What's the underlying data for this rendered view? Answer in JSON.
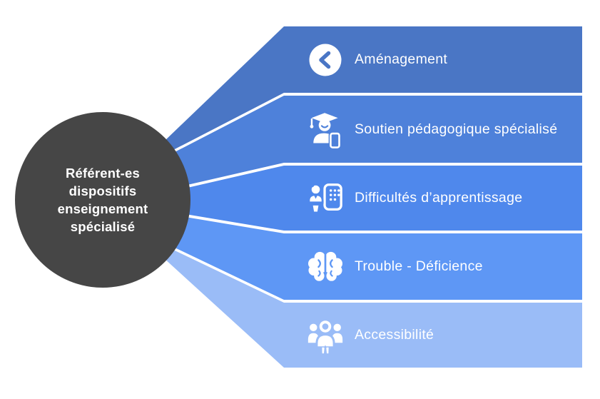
{
  "background": "#ffffff",
  "hub": {
    "label": "Référent-es\ndispositifs\nenseignement\nspécialisé",
    "color": "#464646",
    "text_color": "#ffffff"
  },
  "items": [
    {
      "label": "Aménagement",
      "icon": "chevron-left-circle-icon",
      "color": "#4a76c5"
    },
    {
      "label": "Soutien pédagogique spécialisé",
      "icon": "graduate-student-phone-icon",
      "color": "#4e81da"
    },
    {
      "label": "Difficultés d’apprentissage",
      "icon": "person-braille-panel-icon",
      "color": "#4f88ec"
    },
    {
      "label": "Trouble - Déficience",
      "icon": "brain-icon",
      "color": "#5e97f5"
    },
    {
      "label": "Accessibilité",
      "icon": "people-group-icon",
      "color": "#9abcf7"
    }
  ],
  "label_text_color": "#ffffff"
}
